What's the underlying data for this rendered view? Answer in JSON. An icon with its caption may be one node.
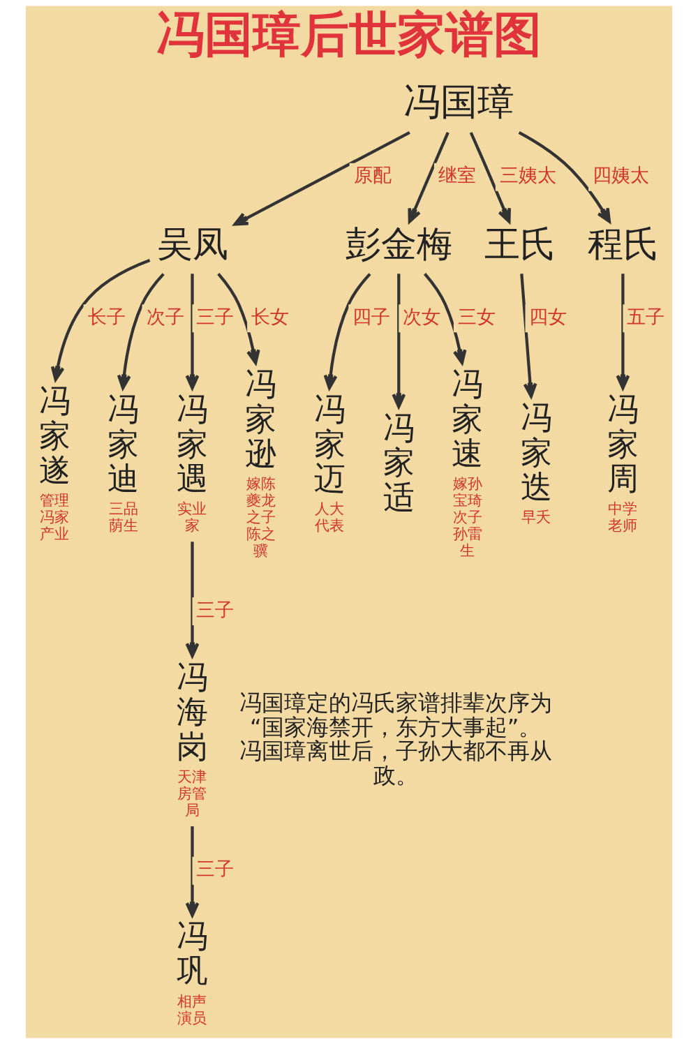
{
  "diagram": {
    "title": "冯国璋后世家谱图",
    "nodes": [
      {
        "text": [
          "冯国璋"
        ]
      },
      {
        "text": [
          "吴凤"
        ]
      },
      {
        "text": [
          "彭金梅"
        ]
      },
      {
        "text": [
          "王氏"
        ]
      },
      {
        "text": [
          "程氏"
        ]
      },
      {
        "text": [
          "冯家遂"
        ],
        "beside": [
          "管理冯家产业"
        ]
      },
      {
        "text": [
          "冯家迪"
        ],
        "beside": [
          "三品荫生"
        ]
      },
      {
        "text": [
          "冯家遇"
        ],
        "beside": [
          "实业家"
        ]
      },
      {
        "text": [
          "冯家逊"
        ],
        "beside": [
          "嫁陈夔龙之子陈之骥"
        ]
      },
      {
        "text": [
          "冯家迈"
        ],
        "beside": [
          "人大代表"
        ]
      },
      {
        "text": [
          "冯家适"
        ]
      },
      {
        "text": [
          "冯家速"
        ],
        "beside": [
          "嫁孙宝琦次子孙雷生"
        ]
      },
      {
        "text": [
          "冯家迭"
        ],
        "beside": [
          "早夭"
        ]
      },
      {
        "text": [
          "冯家周"
        ],
        "beside": [
          "中学老师"
        ]
      },
      {
        "text": [
          "冯海岗"
        ],
        "beside": [
          "天津房管局"
        ]
      },
      {
        "text": [
          "冯巩"
        ],
        "beside": [
          "相声演员"
        ]
      }
    ],
    "edges": [
      {
        "from": 0,
        "to": 1,
        "arrow": "to",
        "label": "原配"
      },
      {
        "from": 0,
        "to": 2,
        "arrow": "to",
        "label": "继室"
      },
      {
        "from": 0,
        "to": 3,
        "arrow": "to",
        "label": "三姨太"
      },
      {
        "from": 0,
        "to": 4,
        "arrow": "to",
        "label": "四姨太"
      },
      {
        "from": 1,
        "to": 5,
        "arrow": "to",
        "label": "长子"
      },
      {
        "from": 1,
        "to": 6,
        "arrow": "to",
        "label": "次子"
      },
      {
        "from": 1,
        "to": 7,
        "arrow": "to",
        "label": "三子"
      },
      {
        "from": 1,
        "to": 8,
        "arrow": "to",
        "label": "长女"
      },
      {
        "from": 2,
        "to": 9,
        "arrow": "to",
        "label": "四子"
      },
      {
        "from": 2,
        "to": 10,
        "arrow": "to",
        "label": "次女"
      },
      {
        "from": 2,
        "to": 11,
        "arrow": "to",
        "label": "三女"
      },
      {
        "from": 3,
        "to": 12,
        "arrow": "to",
        "label": "四女"
      },
      {
        "from": 4,
        "to": 13,
        "arrow": "to",
        "label": "五子"
      },
      {
        "from": 7,
        "to": 14,
        "arrow": "to",
        "label": "三子"
      },
      {
        "from": 14,
        "to": 15,
        "arrow": "to",
        "label": "三子"
      }
    ],
    "labels": [
      "冯国璋定的冯氏家谱排辈次序为“国家海禁开，东方大事起”。冯国璋离世后，子孙大都不再从政。"
    ]
  }
}
